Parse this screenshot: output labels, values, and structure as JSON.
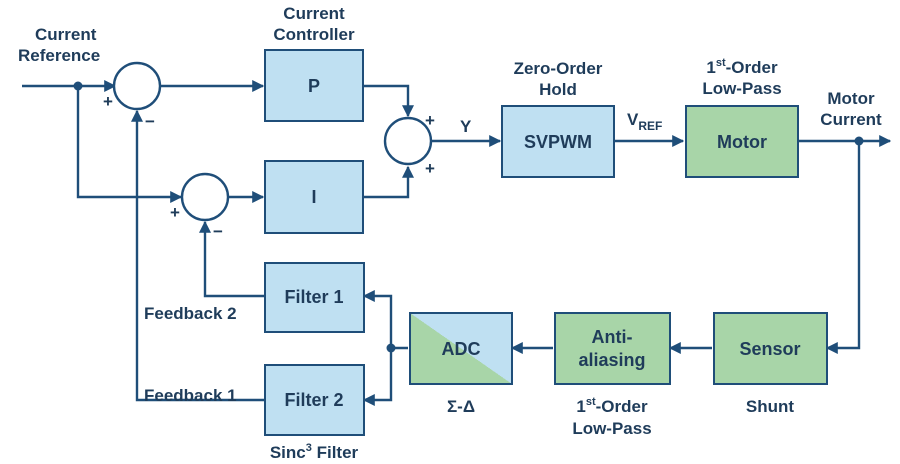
{
  "labels": {
    "current_reference_1": "Current",
    "current_reference_2": "Reference",
    "current_controller_1": "Current",
    "current_controller_2": "Controller",
    "zoh_1": "Zero-Order",
    "zoh_2": "Hold",
    "lp1_base": "1",
    "lp1_sup": "st",
    "lp1_rest": "-Order",
    "lp1_2": "Low-Pass",
    "motor_current_1": "Motor",
    "motor_current_2": "Current",
    "y_signal": "Y",
    "vref_base": "V",
    "vref_sub": "REF",
    "feedback_2": "Feedback 2",
    "feedback_1": "Feedback 1",
    "sigma_delta": "Σ-Δ",
    "lp2_base": "1",
    "lp2_sup": "st",
    "lp2_rest": "-Order",
    "lp2_2": "Low-Pass",
    "shunt": "Shunt",
    "sinc_base": "Sinc",
    "sinc_sup": "3",
    "sinc_rest": " Filter"
  },
  "blocks": {
    "p": "P",
    "i": "I",
    "svpwm": "SVPWM",
    "motor": "Motor",
    "filter1": "Filter 1",
    "filter2": "Filter 2",
    "adc": "ADC",
    "anti_1": "Anti-",
    "anti_2": "aliasing",
    "sensor": "Sensor"
  },
  "signs": {
    "sum1_plus": "+",
    "sum1_minus": "−",
    "sum2_plus": "+",
    "sum2_minus": "−",
    "sum3_plus_top": "+",
    "sum3_plus_bottom": "+"
  },
  "colors": {
    "block_blue": "#bfe0f2",
    "block_green": "#a8d5a8",
    "wire": "#1f4e79",
    "text": "#1f3c5a"
  }
}
